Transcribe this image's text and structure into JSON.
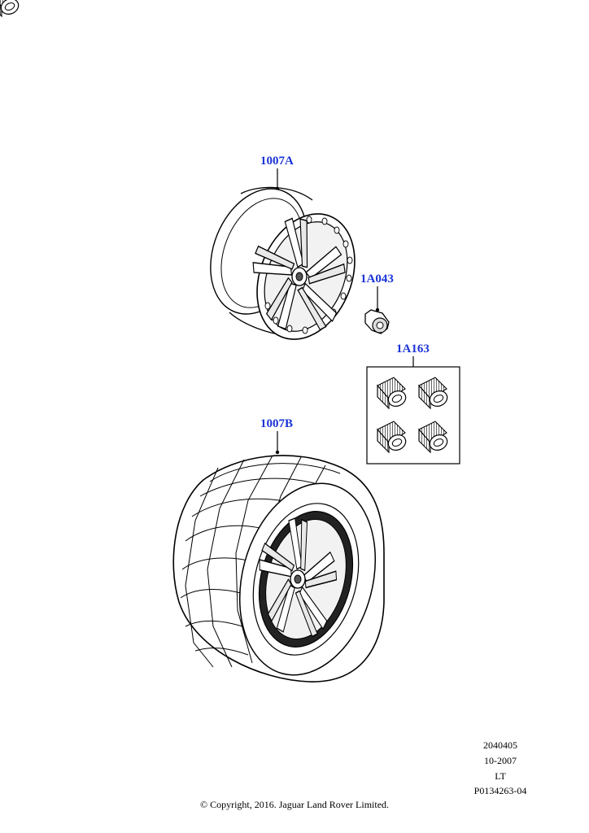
{
  "callouts": {
    "wheel_rim": "1007A",
    "wheel_nut": "1A043",
    "locking_nut_kit": "1A163",
    "wheel_tyre_assembly": "1007B"
  },
  "meta": {
    "code": "2040405",
    "date": "10-2007",
    "region": "LT",
    "illustration_id": "P0134263-04"
  },
  "copyright": "© Copyright, 2016. Jaguar Land Rover Limited.",
  "colors": {
    "callout": "#1a34d6",
    "line": "#000000",
    "background": "#ffffff"
  },
  "icons": [
    "wheel-rim-icon",
    "wheel-nut-icon",
    "locking-nut-icon",
    "wheel-tyre-icon"
  ]
}
